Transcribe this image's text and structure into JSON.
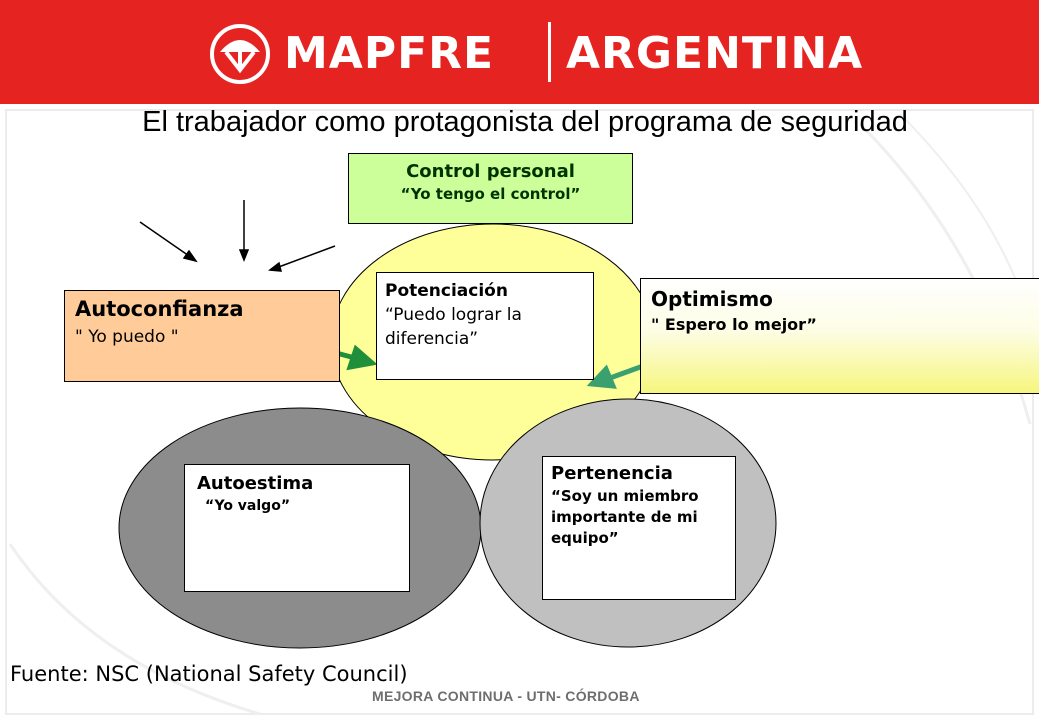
{
  "header": {
    "brand_name": "MAPFRE",
    "brand_region": "ARGENTINA",
    "logo_icon": "mapfre-logo-icon",
    "color": "#e52421"
  },
  "slide": {
    "title": "El trabajador como protagonista del programa de seguridad"
  },
  "diagram": {
    "control_personal": {
      "title": "Control personal",
      "quote": "“Yo tengo el control”"
    },
    "potenciacion": {
      "title": "Potenciación",
      "quote": "“Puedo lograr la diferencia”"
    },
    "autoconfianza": {
      "title": "Autoconfianza",
      "quote": "\" Yo puedo \""
    },
    "optimismo": {
      "title": "Optimismo",
      "quote": "\" Espero lo mejor”"
    },
    "autoestima": {
      "title": "Autoestima",
      "quote": "“Yo valgo”"
    },
    "pertenencia": {
      "title": "Pertenencia",
      "quote": "“Soy un miembro importante de mi equipo”"
    },
    "colors": {
      "yellow_circle": "#ffff99",
      "dark_gray_circle": "#8c8c8c",
      "light_gray_circle": "#c0c0c0",
      "autoconfianza_box": "#ffcc99",
      "control_box": "#ccff99",
      "arrow_green": "#1f8f3a",
      "arrow_teal": "#3aa070"
    }
  },
  "footer": {
    "source": "Fuente: NSC (National Safety Council)",
    "caption": "MEJORA CONTINUA - UTN- CÓRDOBA"
  }
}
